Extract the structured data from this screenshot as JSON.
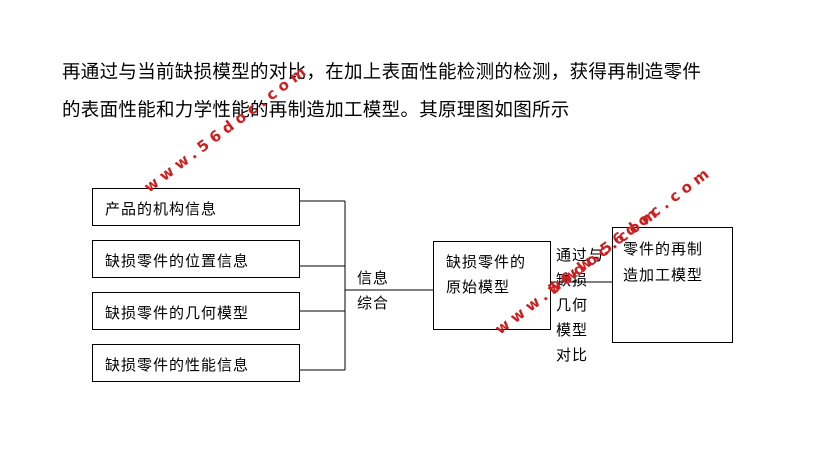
{
  "paragraph": {
    "line1": "再通过与当前缺损模型的对比，在加上表面性能检测的检测，获得再制造零件",
    "line2": "的表面性能和力学性能的再制造加工模型。其原理图如图所示"
  },
  "diagram": {
    "inputs": [
      {
        "label": "产品的机构信息"
      },
      {
        "label": "缺损零件的位置信息"
      },
      {
        "label": "缺损零件的几何模型"
      },
      {
        "label": "缺损零件的性能信息"
      }
    ],
    "merge_label": {
      "line1": "信息",
      "line2": "综合"
    },
    "center": {
      "line1": "缺损零件的",
      "line2": "原始模型"
    },
    "compare_label": {
      "line1": "通过与",
      "line2": "缺损",
      "line3": "几何",
      "line4": "模型",
      "line5": "对比"
    },
    "output": {
      "line1": "零件的再制",
      "line2": "造加工模型"
    }
  },
  "watermarks": [
    "www.56doc.com",
    "www.56doc.com",
    "www.56doc.com"
  ],
  "colors": {
    "watermark": "#cc1f1f",
    "line": "#000000"
  }
}
